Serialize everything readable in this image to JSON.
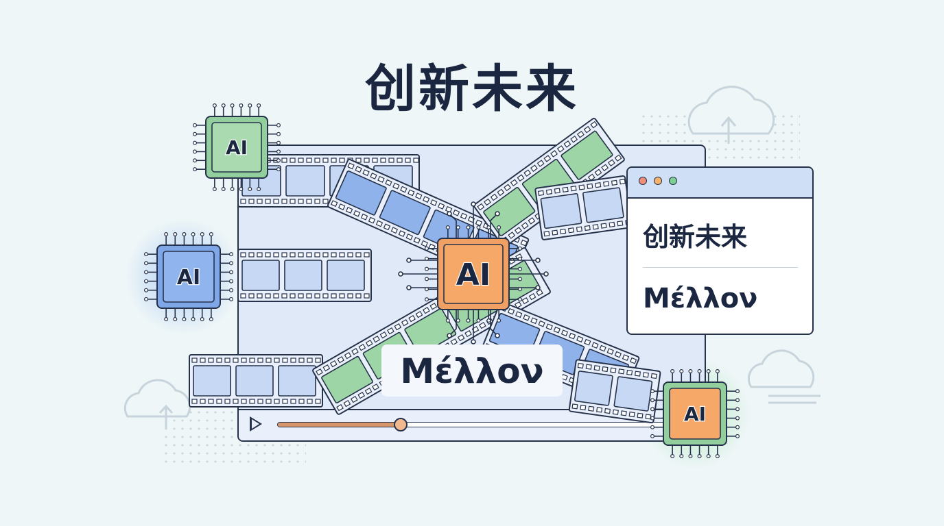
{
  "title": "创新未来",
  "player": {
    "overlay_label": "Μέλλον",
    "progress_fraction": 0.3
  },
  "browser_window": {
    "line1": "创新未来",
    "line2": "Μέλλον"
  },
  "chips": [
    {
      "label": "AI",
      "color": "green"
    },
    {
      "label": "AI",
      "color": "blue"
    },
    {
      "label": "AI",
      "color": "orange"
    },
    {
      "label": "AI",
      "color": "orange-green"
    }
  ],
  "colors": {
    "background": "#eef6f7",
    "ink": "#1b2740",
    "film_blue": "#8fb2ea",
    "film_green": "#9ed5a6",
    "chip_green": "#93cf9c",
    "chip_blue": "#7fa6e6",
    "chip_orange": "#f5a868",
    "progress": "#d6946b"
  },
  "icons": [
    "cloud-upload-icon",
    "play-icon",
    "chip-icon",
    "film-strip"
  ]
}
